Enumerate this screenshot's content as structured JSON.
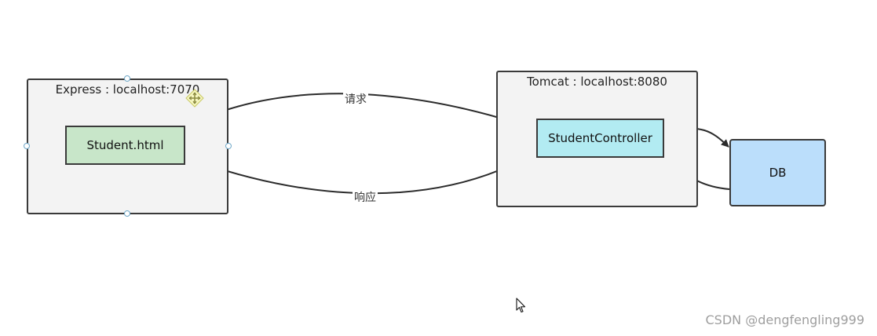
{
  "diagram": {
    "express_group": {
      "title": "Express : localhost:7070"
    },
    "tomcat_group": {
      "title": "Tomcat : localhost:8080"
    },
    "nodes": {
      "student_html": "Student.html",
      "student_controller": "StudentController",
      "db": "DB"
    },
    "edges": {
      "request": "请求",
      "response": "响应"
    },
    "colors": {
      "group_fill": "#f3f3f3",
      "student_html_fill": "#c8e6c9",
      "student_controller_fill": "#b2ebf2",
      "db_fill": "#bbdefb",
      "stroke": "#3a3a3a"
    }
  },
  "watermark": "CSDN @dengfengling999"
}
